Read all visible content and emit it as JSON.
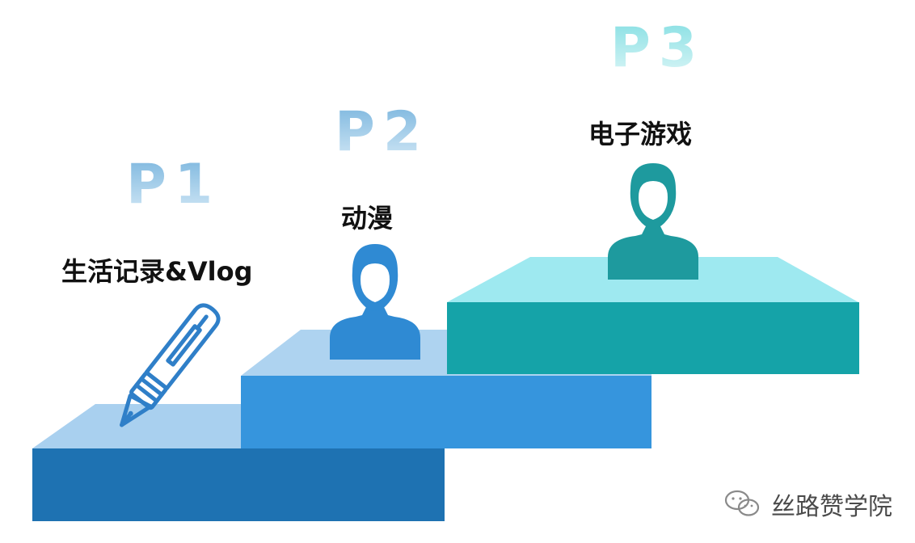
{
  "levels": [
    {
      "label": "P1",
      "topic": "生活记录&Vlog",
      "icon": "fountain-pen-icon"
    },
    {
      "label": "P2",
      "topic": "动漫",
      "icon": "person-icon"
    },
    {
      "label": "P3",
      "topic": "电子游戏",
      "icon": "person-icon"
    }
  ],
  "watermark": {
    "text": "丝路赞学院",
    "icon": "wechat-icon"
  },
  "colors": {
    "step1_top": "#a9d0ef",
    "step1_front": "#1e72b2",
    "step2_top": "#aed3f0",
    "step2_front": "#3695dd",
    "step3_top": "#9ee9f0",
    "step3_front": "#15a3a8",
    "person_p2": "#2f8ad3",
    "person_p3": "#1e9a9e",
    "pen": "#2f7fc8"
  }
}
